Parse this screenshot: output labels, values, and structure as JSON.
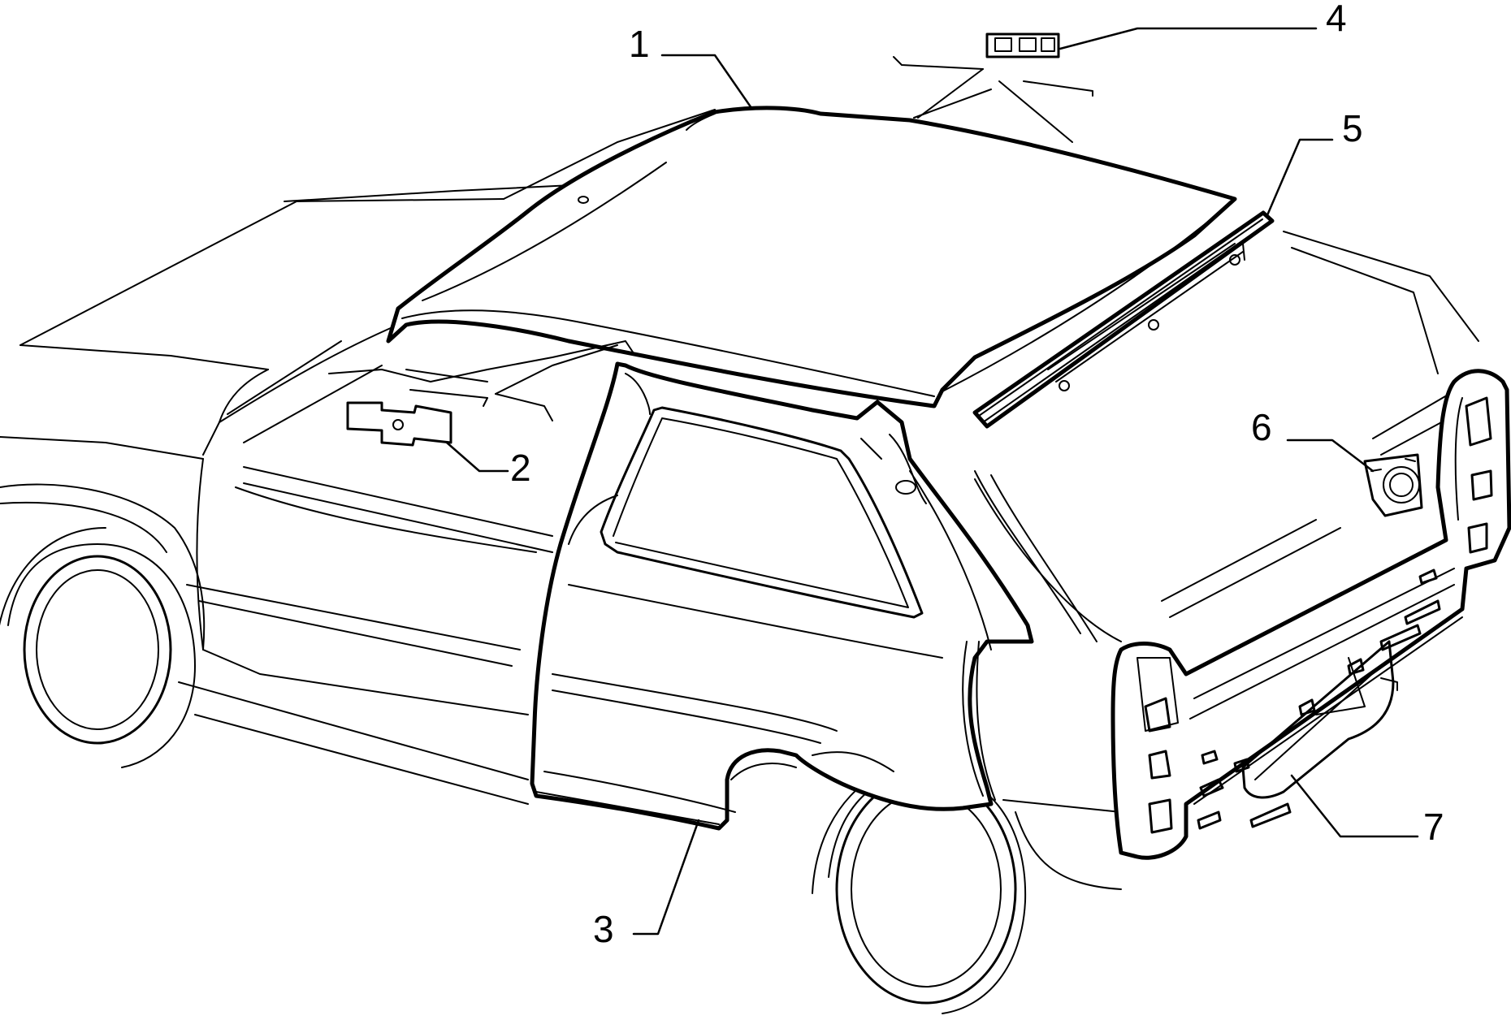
{
  "diagram": {
    "callouts": [
      {
        "number": "1",
        "part": "roof-panel"
      },
      {
        "number": "2",
        "part": "small-bracket"
      },
      {
        "number": "3",
        "part": "side-panel"
      },
      {
        "number": "4",
        "part": "roof-bracket"
      },
      {
        "number": "5",
        "part": "rear-roof-crossmember"
      },
      {
        "number": "6",
        "part": "rear-plate"
      },
      {
        "number": "7",
        "part": "rear-panel"
      }
    ],
    "colors": {
      "line": "#000000",
      "background": "#ffffff"
    }
  }
}
